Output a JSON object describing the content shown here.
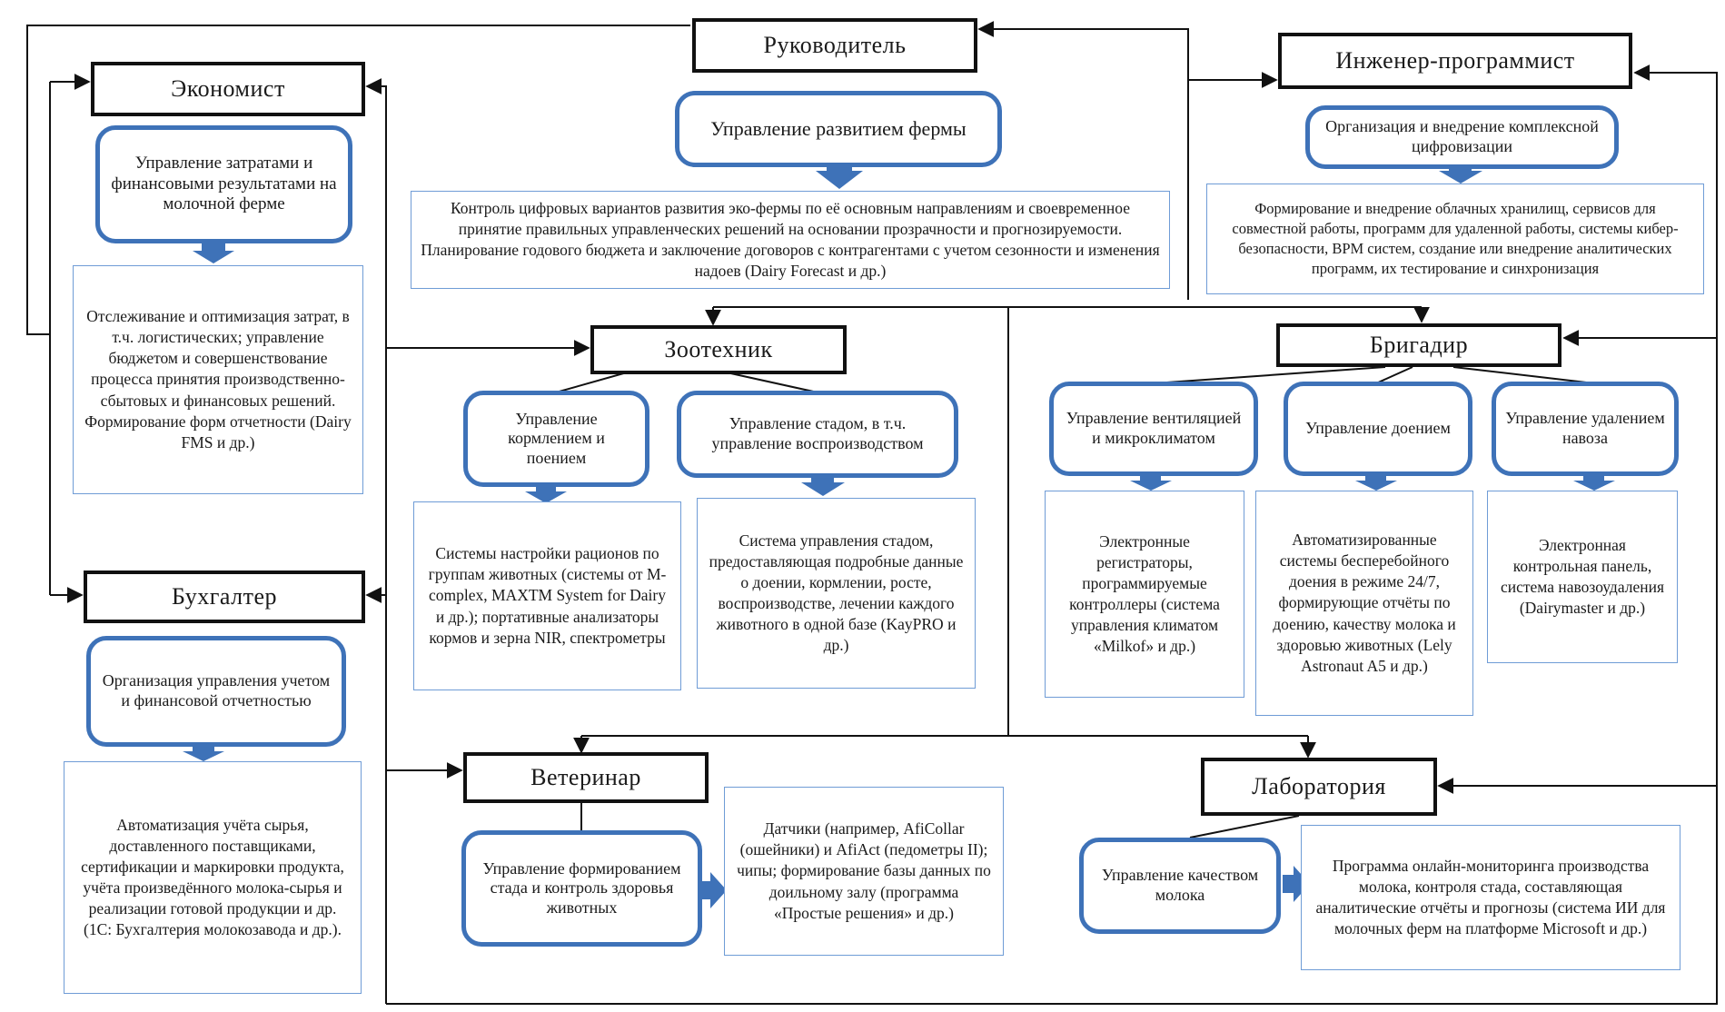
{
  "colors": {
    "line": "#111111",
    "func_border": "#3e72b8",
    "desc_border": "#6f9cd6",
    "arrow": "#3e72b8"
  },
  "roles": {
    "head": "Руководитель",
    "economist": "Экономист",
    "engineer": "Инженер-программист",
    "zootech": "Зоотехник",
    "foreman": "Бригадир",
    "accountant": "Бухгалтер",
    "vet": "Ветеринар",
    "lab": "Лаборатория"
  },
  "functions": {
    "head": "Управление развитием фермы",
    "economist": "Управление затратами и финансовыми результатами на молочной ферме",
    "engineer": "Организация и внедрение комплексной цифровизации",
    "feeding": "Управление кормлением и поением",
    "herd": "Управление стадом, в т.ч. управление воспроизводством",
    "ventilation": "Управление вентиляцией и микроклиматом",
    "milking": "Управление доением",
    "manure": "Управление удалением навоза",
    "accountant": "Организация управления учетом и финансовой отчетностью",
    "vet": "Управление формированием стада и контроль здоровья животных",
    "lab": "Управление качеством молока"
  },
  "descriptions": {
    "head": "Контроль цифровых вариантов развития эко-фермы по её основным направлениям и своевременное принятие правильных управленческих решений на основании прозрачности и прогнозируемости. Планирование годового бюджета и заключение договоров с контрагентами с учетом сезонности и изменения надоев (Dairy Forecast и др.)",
    "engineer": "Формирование и внедрение облачных хранилищ, сервисов для совместной работы, программ для удаленной работы, системы кибер-безопасности, BPM систем, создание или внедрение аналитических программ, их тестирование и синхронизация",
    "economist": "Отслеживание и оптимизация затрат, в т.ч. логистических; управление бюджетом и совершенствование процесса принятия производственно-сбытовых и финансовых решений. Формирование форм отчетности (Dairy FMS и др.)",
    "feeding": "Системы настройки рационов по группам животных (системы от M-complex, MAXTM System for Dairy и др.); портативные анализаторы кормов и зерна NIR, спектрометры",
    "herd": "Система управления стадом, предоставляющая подробные данные о доении, кормлении, росте, воспроизводстве, лечении каждого животного в одной базе (KayPRO и др.)",
    "ventilation": "Электронные регистраторы, программируемые контроллеры (система управления климатом «Milkof» и др.)",
    "milking": "Автоматизированные системы бесперебойного доения в режиме 24/7, формирующие отчёты по доению, качеству молока и здоровью животных (Lely Astronaut A5 и др.)",
    "manure": "Электронная контрольная панель, система навозоудаления (Dairymaster и др.)",
    "accountant": "Автоматизация учёта сырья, доставленного поставщиками, сертификации и маркировки продукта, учёта произведённого молока-сырья и реализации готовой продукции и др. (1С: Бухгалтерия молокозавода и др.).",
    "vet": "Датчики (например, AfiCollar (ошейники) и AfiAct (педометры II); чипы; формирование базы данных по доильному залу (программа «Простые решения» и др.)",
    "lab": "Программа онлайн-мониторинга производства молока, контроля стада, составляющая аналитические отчёты и прогнозы (система ИИ для молочных ферм на платформе Microsoft и др.)"
  }
}
